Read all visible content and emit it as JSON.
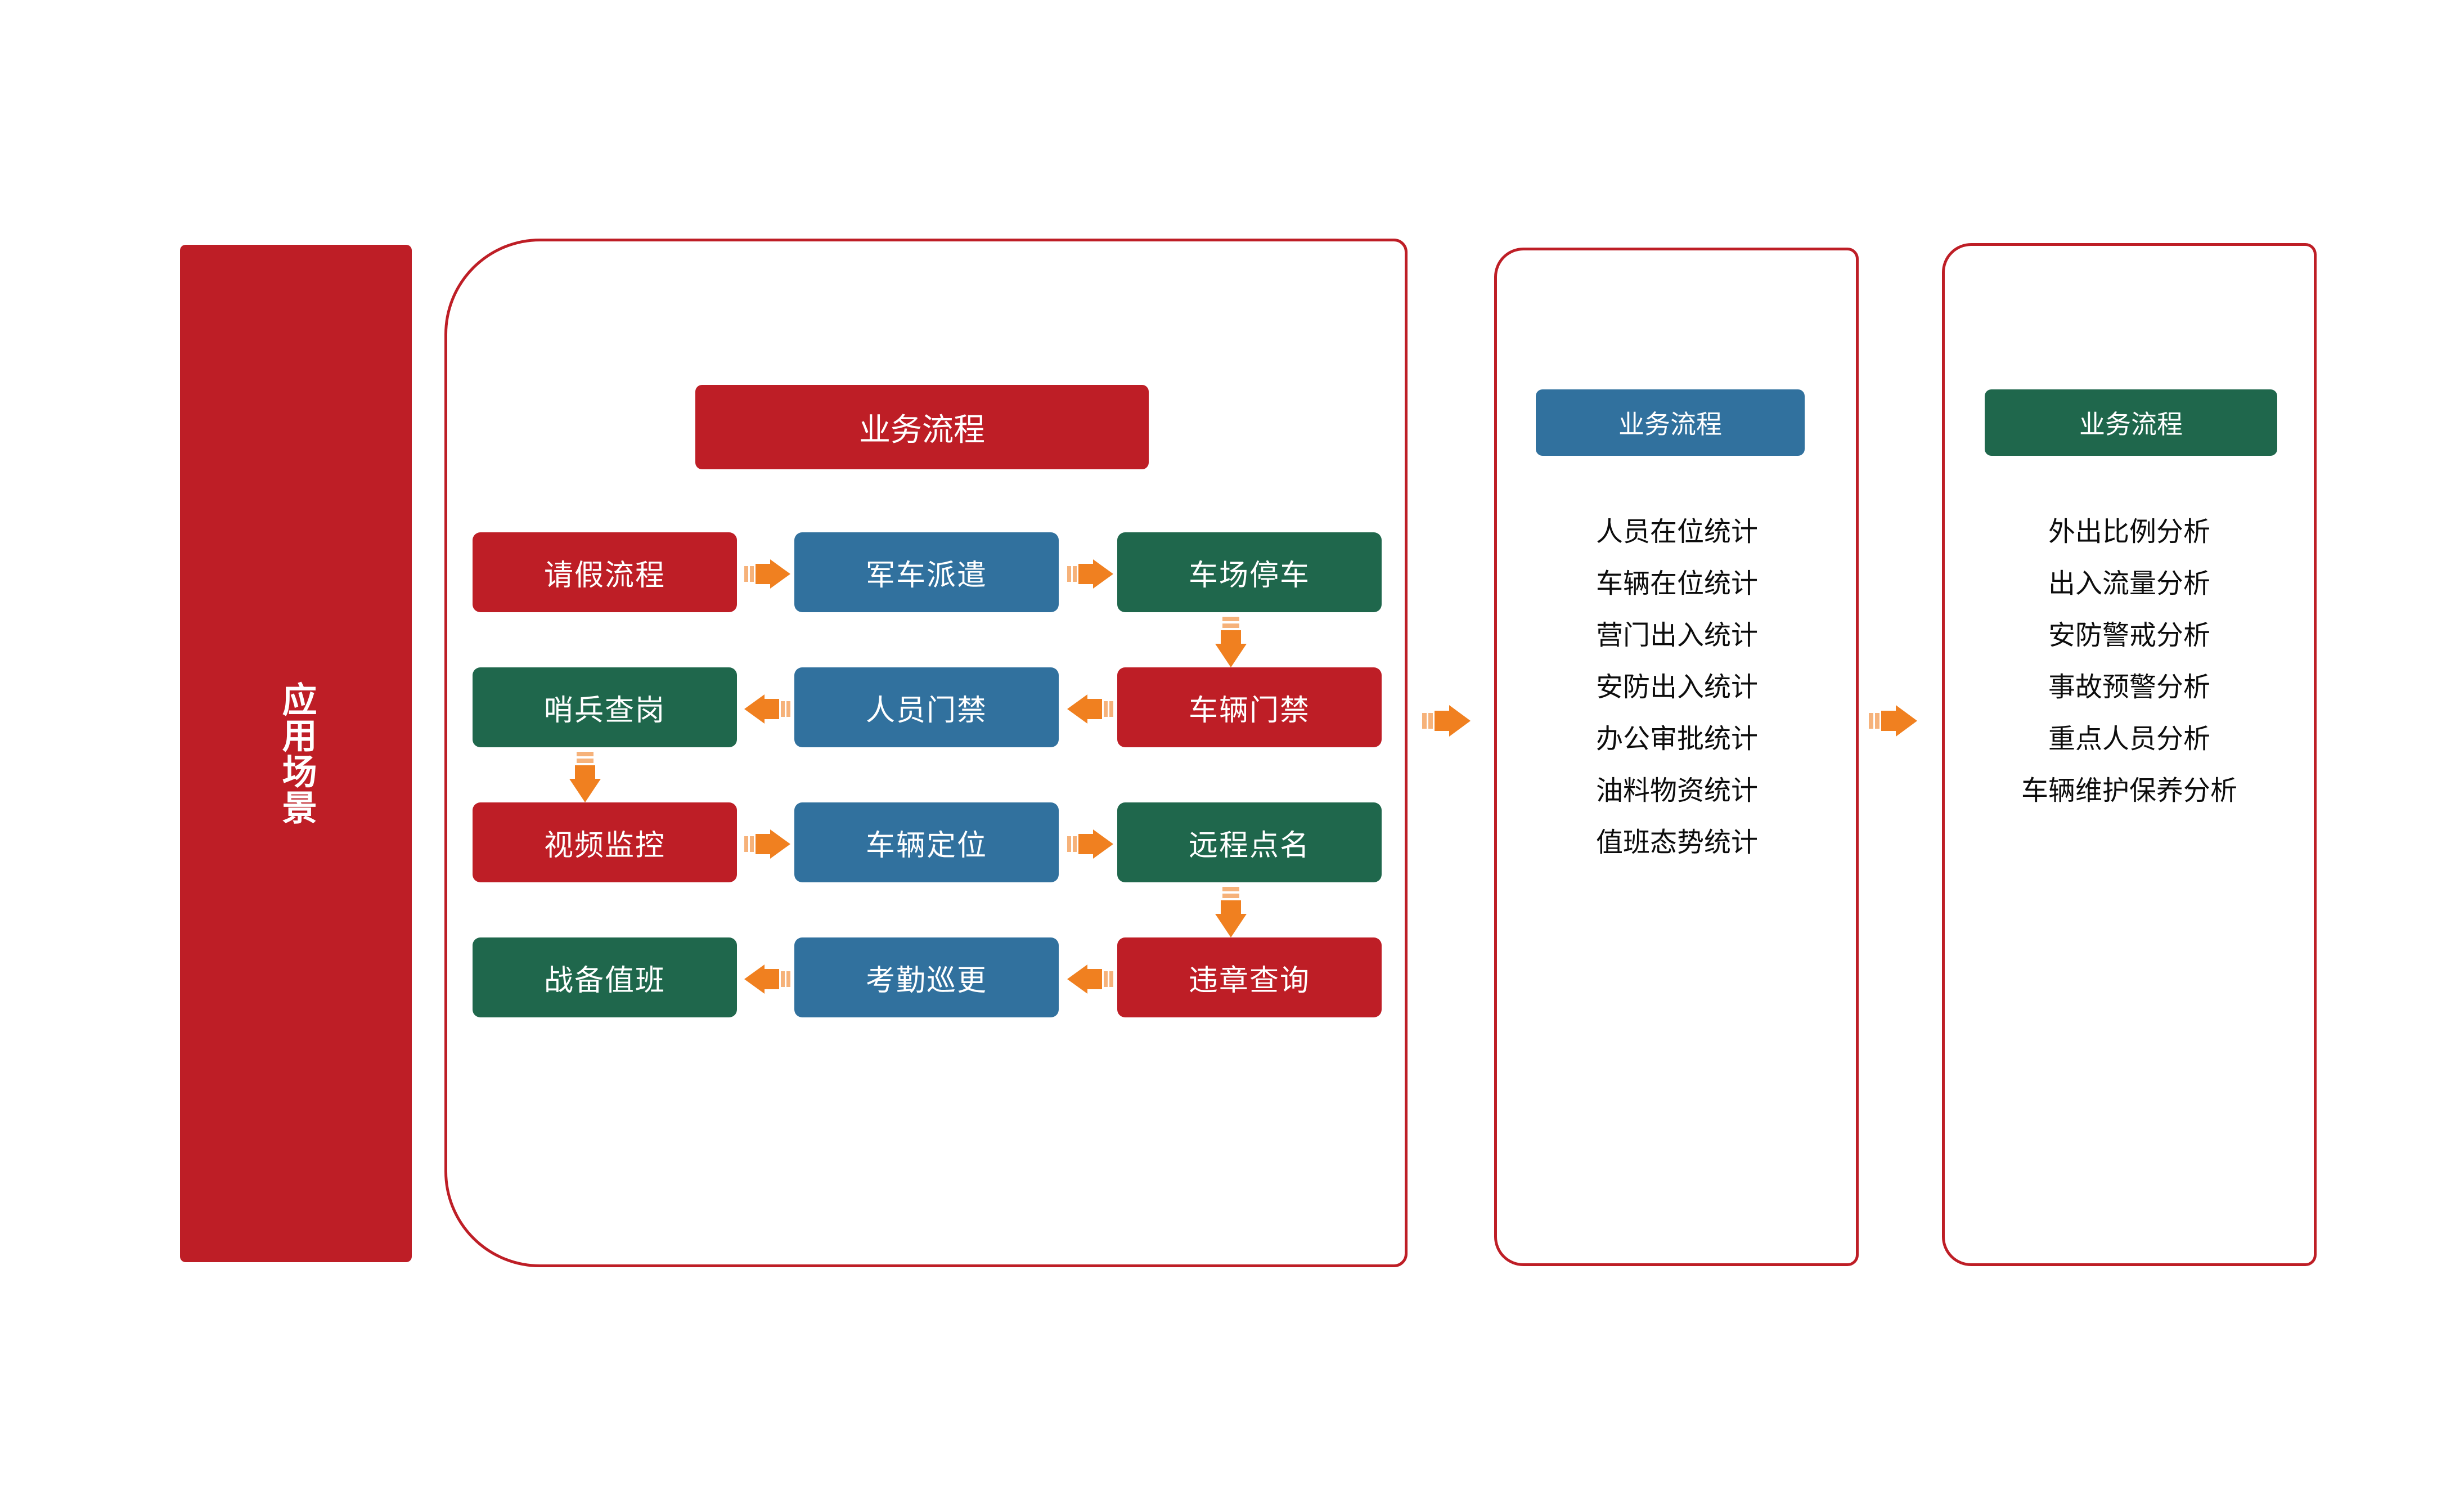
{
  "colors": {
    "red": "#BE1E26",
    "blue": "#31719E",
    "green": "#1F674C",
    "orange": "#F08020",
    "text": "#0D0D0D",
    "white": "#FFFFFF"
  },
  "sidebar": {
    "label": "应用场景"
  },
  "panels": {
    "main": {
      "title": "业务流程",
      "title_color": "#BE1E26",
      "rows": [
        {
          "direction": "right",
          "nodes": [
            {
              "label": "请假流程",
              "color": "red"
            },
            {
              "label": "军车派遣",
              "color": "blue"
            },
            {
              "label": "车场停车",
              "color": "green"
            }
          ]
        },
        {
          "direction": "left",
          "nodes": [
            {
              "label": "哨兵查岗",
              "color": "green"
            },
            {
              "label": "人员门禁",
              "color": "blue"
            },
            {
              "label": "车辆门禁",
              "color": "red"
            }
          ]
        },
        {
          "direction": "right",
          "nodes": [
            {
              "label": "视频监控",
              "color": "red"
            },
            {
              "label": "车辆定位",
              "color": "blue"
            },
            {
              "label": "远程点名",
              "color": "green"
            }
          ]
        },
        {
          "direction": "left",
          "nodes": [
            {
              "label": "战备值班",
              "color": "green"
            },
            {
              "label": "考勤巡更",
              "color": "blue"
            },
            {
              "label": "违章查询",
              "color": "red"
            }
          ]
        }
      ]
    },
    "stats": {
      "title": "业务流程",
      "title_color": "#31719E",
      "items": [
        "人员在位统计",
        "车辆在位统计",
        "营门出入统计",
        "安防出入统计",
        "办公审批统计",
        "油料物资统计",
        "值班态势统计"
      ]
    },
    "analysis": {
      "title": "业务流程",
      "title_color": "#1F674C",
      "items": [
        "外出比例分析",
        "出入流量分析",
        "安防警戒分析",
        "事故预警分析",
        "重点人员分析",
        "车辆维护保养分析"
      ]
    }
  },
  "connectors": {
    "panel_arrow_1": "arrow-right-icon",
    "panel_arrow_2": "arrow-right-icon",
    "row_down_arrows": [
      "arrow-down-icon",
      "arrow-down-icon",
      "arrow-down-icon"
    ]
  }
}
